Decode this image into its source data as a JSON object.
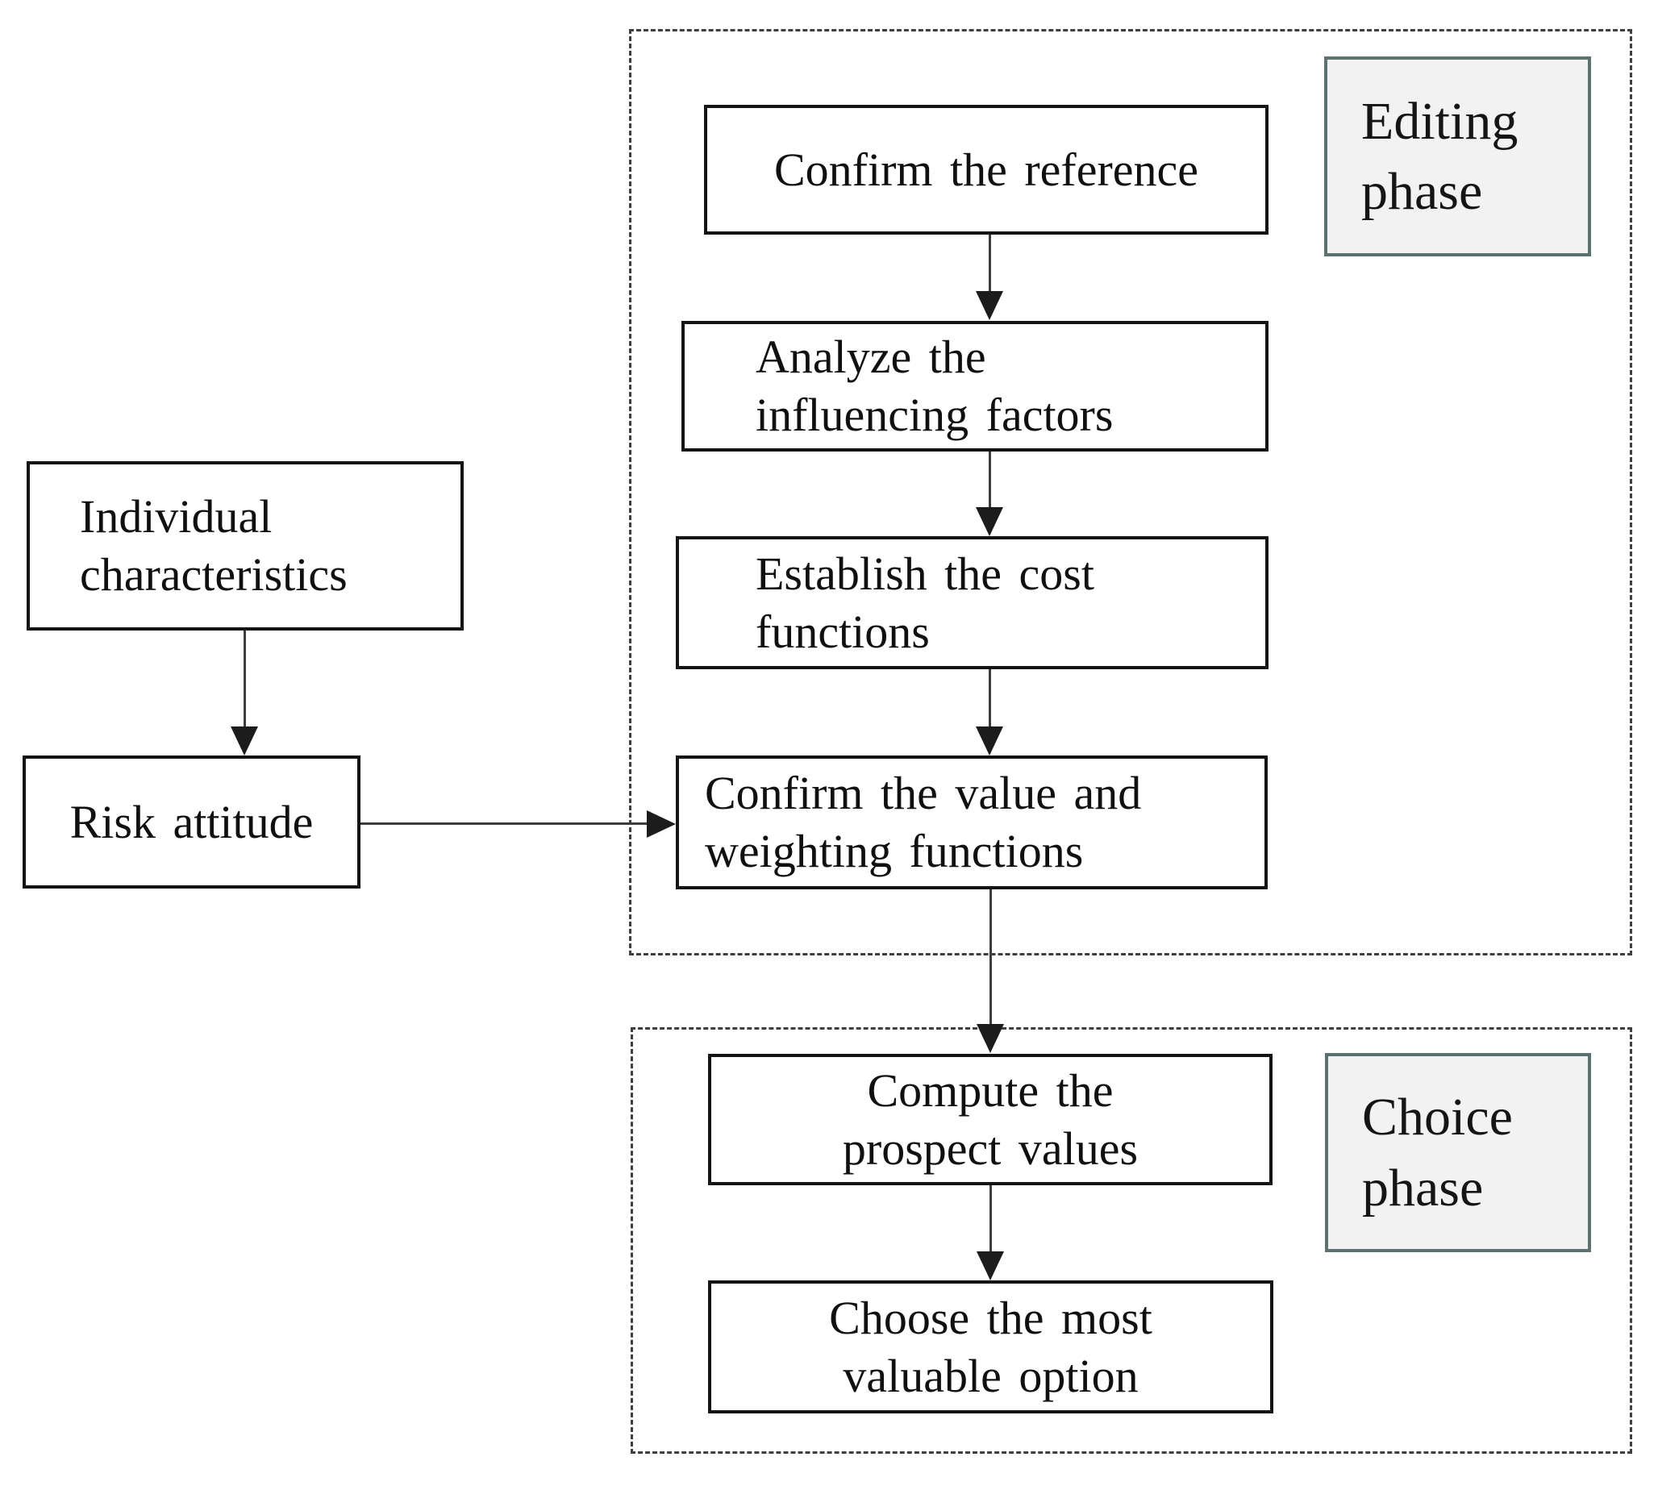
{
  "diagram": {
    "title_hint": "Prospect-theory decision flowchart",
    "phases": {
      "editing": {
        "label": "Editing\nphase"
      },
      "choice": {
        "label": "Choice\nphase"
      }
    },
    "nodes": {
      "individual": {
        "label": "Individual\ncharacteristics"
      },
      "risk": {
        "label": "Risk attitude"
      },
      "confirm_reference": {
        "label": "Confirm the reference"
      },
      "analyze": {
        "label": "Analyze the\ninfluencing factors"
      },
      "establish": {
        "label": "Establish the cost\nfunctions"
      },
      "confirm_value": {
        "label": "Confirm the value and\nweighting functions"
      },
      "compute": {
        "label": "Compute the\nprospect values"
      },
      "choose": {
        "label": "Choose the most\nvaluable option"
      }
    },
    "colors": {
      "background": "#ffffff",
      "box_border": "#141414",
      "phase_fill": "#f2f2f2",
      "phase_border": "#5c7271",
      "dashed_border": "#3f3f3f",
      "arrow": "#3c3c3c",
      "text": "#101010"
    }
  }
}
